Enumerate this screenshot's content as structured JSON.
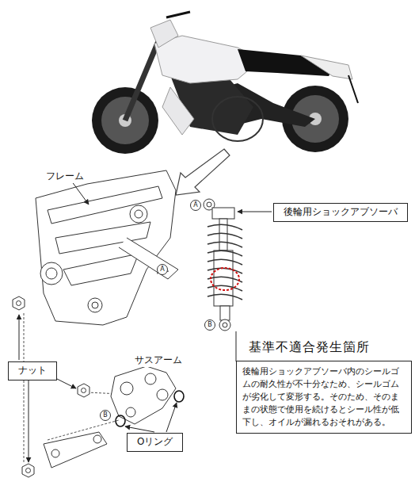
{
  "diagram": {
    "nodes": [
      {
        "text": [
          "後輪用ショックアブソーバ"
        ]
      },
      {
        "text": [
          "基準不適合発生箇所",
          "後輪用ショックアブソーバ内のシールゴムの耐久性が不十分なため、シールゴムが劣化して変形する。そのため、そのままの状態で使用を続けるとシール性が低下し、オイルが漏れるおそれがある。"
        ]
      },
      {
        "text": [
          "ナット"
        ]
      },
      {
        "text": [
          "Oリング"
        ]
      }
    ],
    "labels": [
      "フレーム",
      "サスアーム",
      "A",
      "A",
      "B",
      "B"
    ]
  }
}
